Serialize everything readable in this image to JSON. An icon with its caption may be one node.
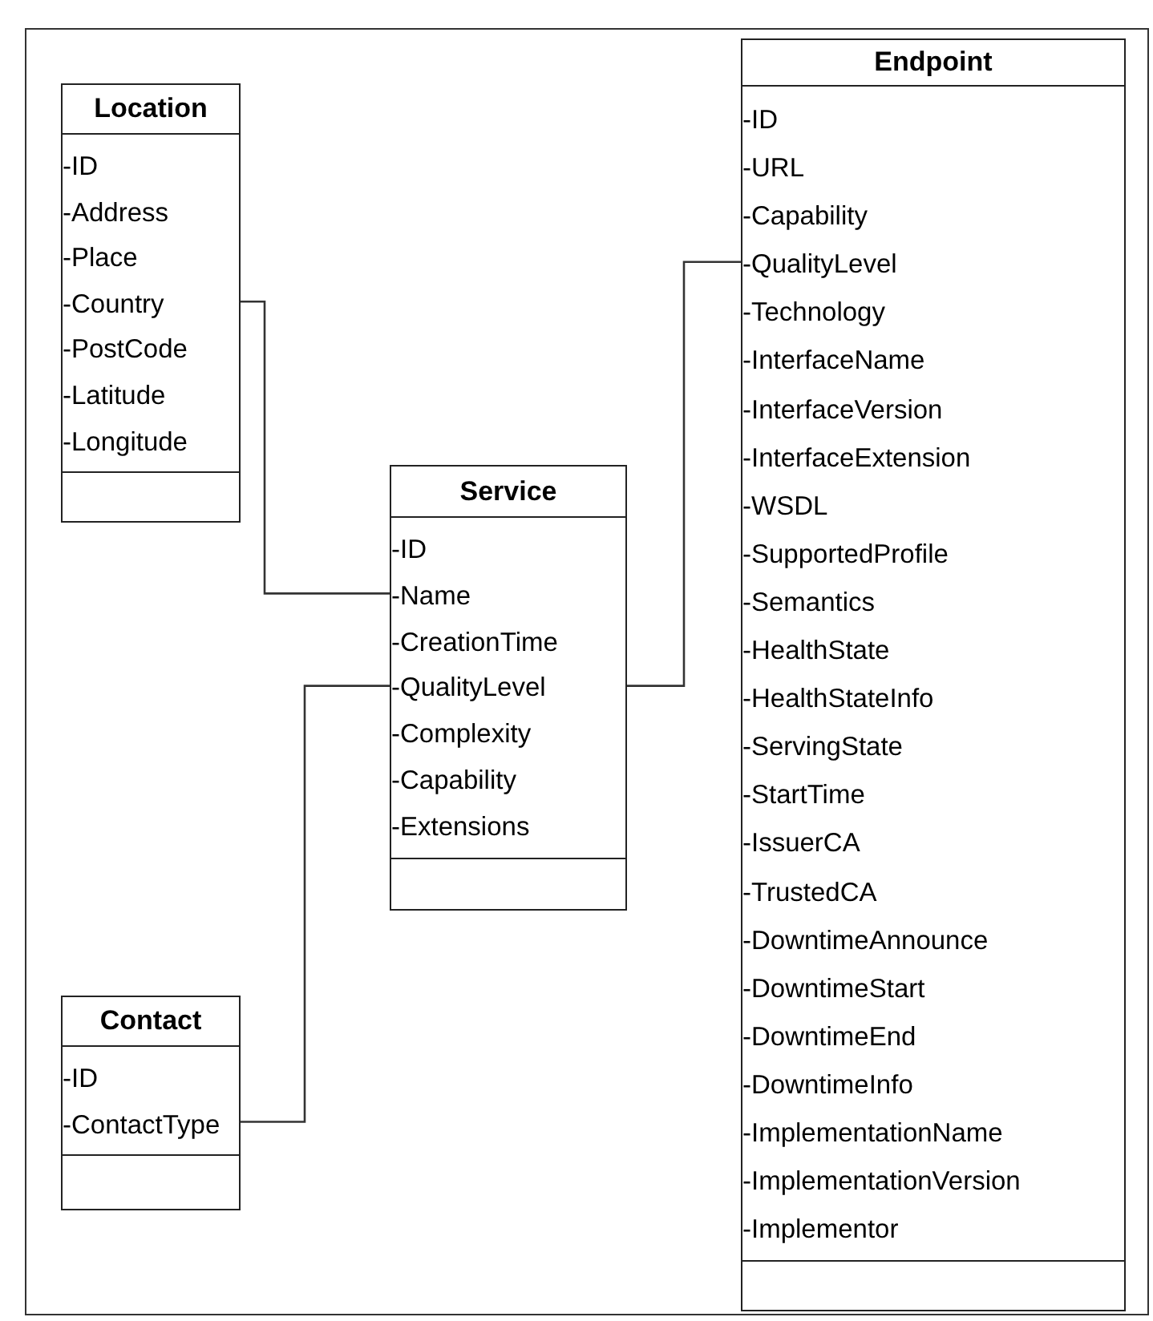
{
  "diagram": {
    "nodes": [
      {
        "text": [
          "Location",
          "-ID",
          "-Address",
          "-Place",
          "-Country",
          "-PostCode",
          "-Latitude",
          "-Longitude"
        ]
      },
      {
        "text": [
          "Service",
          "-ID",
          "-Name",
          "-CreationTime",
          "-QualityLevel",
          "-Complexity",
          "-Capability",
          "-Extensions"
        ]
      },
      {
        "text": [
          "Contact",
          "-ID",
          "-ContactType"
        ]
      },
      {
        "text": [
          "Endpoint",
          "-ID",
          "-URL",
          "-Capability",
          "-QualityLevel",
          "-Technology",
          "-InterfaceName",
          "-InterfaceVersion",
          "-InterfaceExtension",
          "-WSDL",
          "-SupportedProfile",
          "-Semantics",
          "-HealthState",
          "-HealthStateInfo",
          "-ServingState",
          "-StartTime",
          "-IssuerCA",
          "-TrustedCA",
          "-DowntimeAnnounce",
          "-DowntimeStart",
          "-DowntimeEnd",
          "-DowntimeInfo",
          "-ImplementationName",
          "-ImplementationVersion",
          "-Implementor"
        ]
      }
    ],
    "edges": [
      {
        "from": 0,
        "to": 1,
        "arrow": "none"
      },
      {
        "from": 2,
        "to": 1,
        "arrow": "none"
      },
      {
        "from": 1,
        "to": 3,
        "arrow": "none"
      }
    ]
  }
}
